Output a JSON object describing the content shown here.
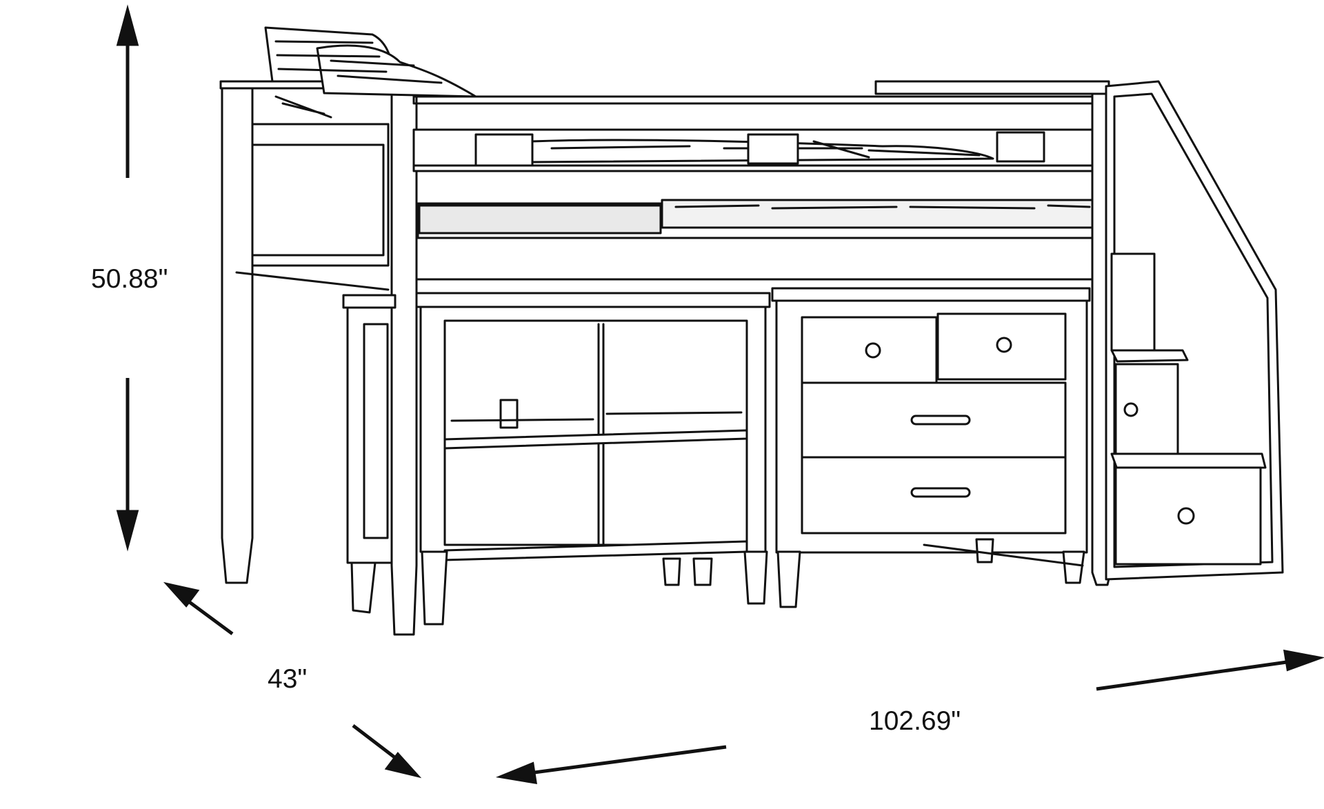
{
  "dimensions": {
    "height": "50.88\"",
    "depth": "43\"",
    "width": "102.69\""
  },
  "colors": {
    "ink": "#111111",
    "paper": "#ffffff",
    "shade": "#e9e9e9"
  },
  "icons": {
    "dimension_arrow": "arrow-icon",
    "knob": "round-knob-icon",
    "pull": "bar-pull-icon"
  }
}
